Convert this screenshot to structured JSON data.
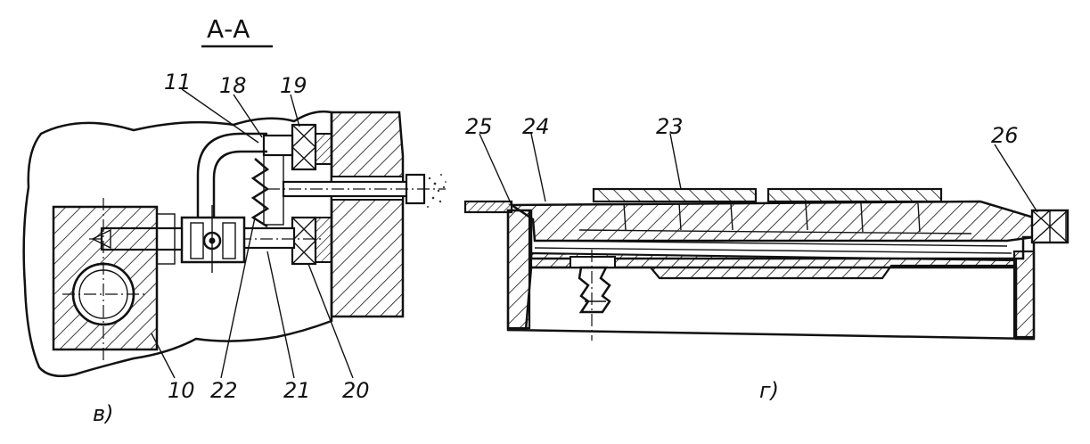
{
  "figure_b": {
    "section_title": "А-А",
    "caption": "в)",
    "labels": {
      "l11": "11",
      "l18": "18",
      "l19": "19",
      "l10": "10",
      "l22": "22",
      "l21": "21",
      "l20": "20"
    }
  },
  "figure_g": {
    "caption": "г)",
    "labels": {
      "l25": "25",
      "l24": "24",
      "l23": "23",
      "l26": "26"
    }
  }
}
